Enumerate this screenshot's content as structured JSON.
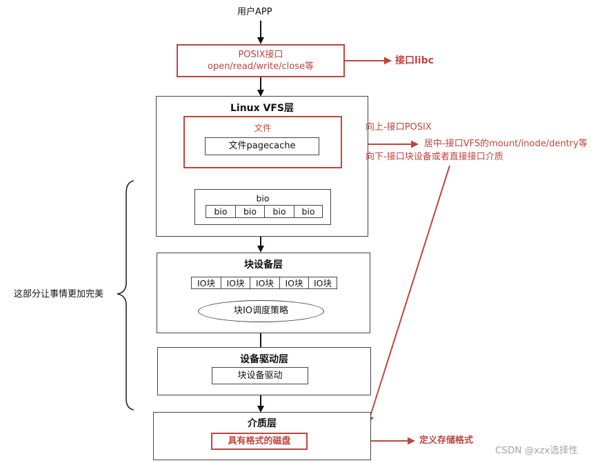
{
  "user_app": "用户APP",
  "posix": {
    "line1": "POSIX接口",
    "line2": "open/read/write/close等"
  },
  "libc_label": "接口libc",
  "vfs": {
    "title": "Linux VFS层",
    "file_label": "文件",
    "pagecache": "文件pagecache"
  },
  "vfs_notes": [
    "向上-接口POSIX",
    "居中-接口VFS的mount/inode/dentry等",
    "向下-接口块设备或者直接接口介质"
  ],
  "bio": {
    "title": "bio",
    "cells": [
      "bio",
      "bio",
      "bio",
      "bio"
    ]
  },
  "block_layer": {
    "title": "块设备层",
    "cells": [
      "IO块",
      "IO块",
      "IO块",
      "IO块",
      "IO块"
    ],
    "scheduler": "块IO调度策略"
  },
  "driver_layer": {
    "title": "设备驱动层",
    "driver": "块设备驱动"
  },
  "medium_layer": {
    "title": "介质层",
    "disk": "具有格式的磁盘"
  },
  "format_label": "定义存储格式",
  "brace_label": "这部分让事情更加完美",
  "watermark": "CSDN @xzx选择性",
  "colors": {
    "accent_red": "#c0443c",
    "line": "#222222"
  }
}
